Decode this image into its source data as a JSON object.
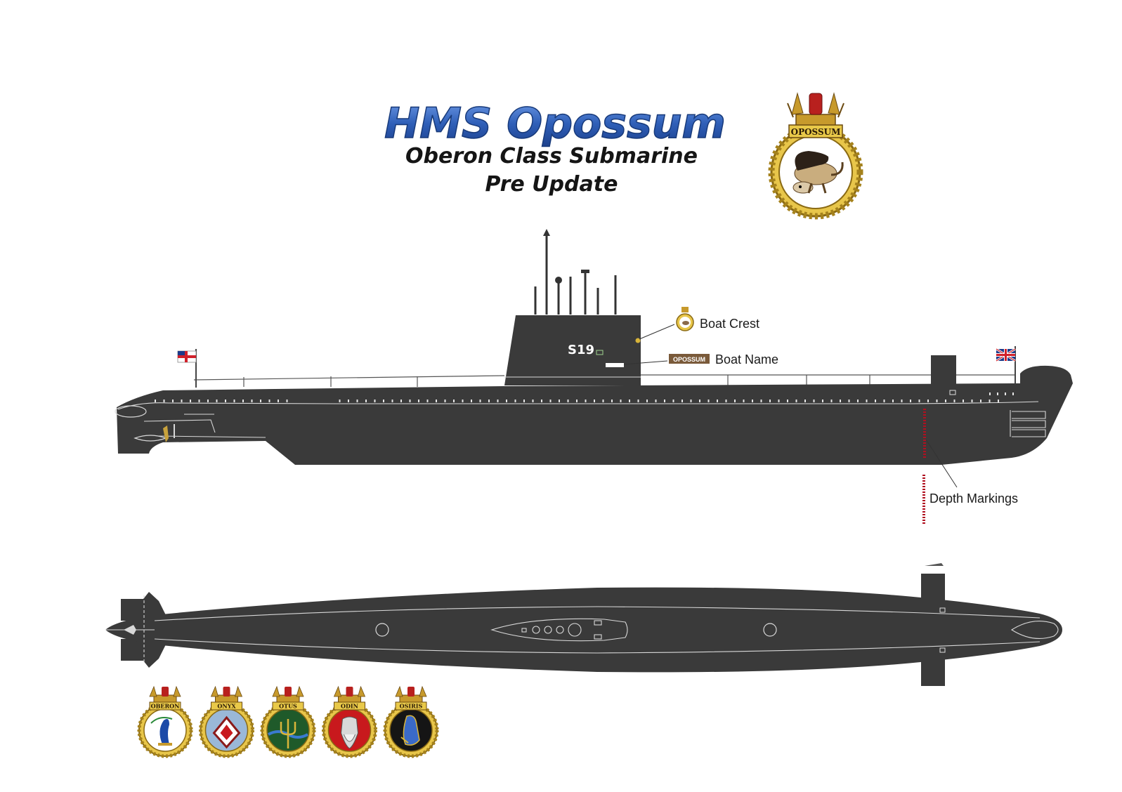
{
  "title": {
    "main": "HMS Opossum",
    "subtitle": "Oberon Class Submarine",
    "variant": "Pre Update"
  },
  "hull_number": "S19",
  "hull_name_plate": "OPOSSUM",
  "callouts": {
    "crest": "Boat Crest",
    "name_plate": "OPOSSUM",
    "name": "Boat Name",
    "depth": "Depth Markings"
  },
  "main_crest": {
    "name": "OPOSSUM"
  },
  "sister_crests": [
    {
      "name": "OBERON",
      "field": "#ffffff",
      "emblem": "peacock-icon"
    },
    {
      "name": "ONYX",
      "field": "#9ab8d8",
      "emblem": "diamond-icon"
    },
    {
      "name": "OTUS",
      "field": "#1f5a2a",
      "emblem": "trident-icon"
    },
    {
      "name": "ODIN",
      "field": "#c8191d",
      "emblem": "odin-head-icon"
    },
    {
      "name": "OSIRIS",
      "field": "#151515",
      "emblem": "osiris-head-icon"
    }
  ],
  "colors": {
    "hull": "#3a3a3a",
    "title_blue": "#2f5fb8",
    "crest_gold": "#d9b53a",
    "depth_marks": "#b01020"
  }
}
